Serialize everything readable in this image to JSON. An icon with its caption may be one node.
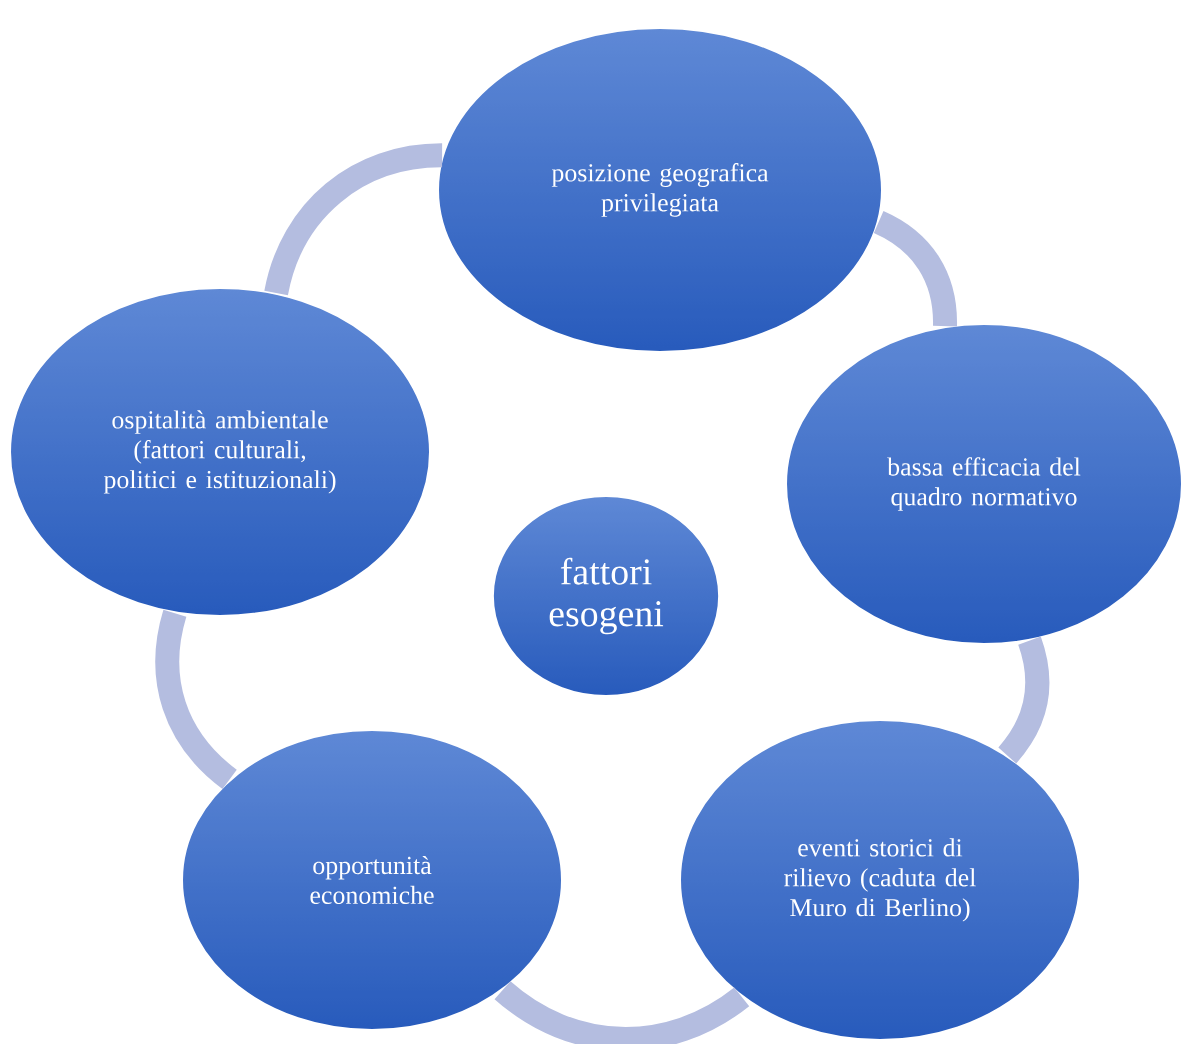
{
  "diagram": {
    "nodes": [
      {
        "text": [
          "fattori esogeni"
        ]
      },
      {
        "text": [
          "posizione geografica privilegiata"
        ]
      },
      {
        "text": [
          "bassa efficacia del quadro normativo"
        ]
      },
      {
        "text": [
          "eventi storici di rilievo (caduta del Muro di Berlino)"
        ]
      },
      {
        "text": [
          "opportunità economiche"
        ]
      },
      {
        "text": [
          "ospitalità ambientale (fattori culturali, politici e istituzionali)"
        ]
      }
    ],
    "edges": [
      {
        "from": 1,
        "to": 2,
        "arrow": "none"
      },
      {
        "from": 2,
        "to": 3,
        "arrow": "none"
      },
      {
        "from": 3,
        "to": 4,
        "arrow": "none"
      },
      {
        "from": 4,
        "to": 5,
        "arrow": "none"
      },
      {
        "from": 5,
        "to": 1,
        "arrow": "none"
      }
    ]
  }
}
